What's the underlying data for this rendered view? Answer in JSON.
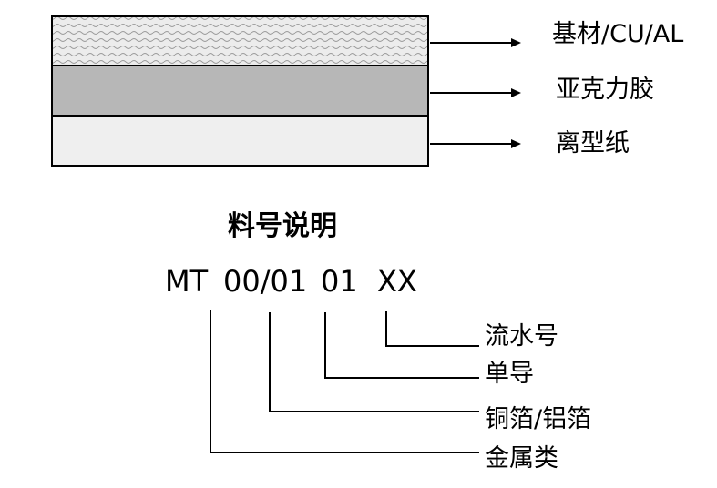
{
  "layers": [
    {
      "label": "基材/CU/AL",
      "fill": "#e6e6e6",
      "pattern": "wave-texture"
    },
    {
      "label": "亚克力胶",
      "fill": "#b7b7b7"
    },
    {
      "label": "离型纸",
      "fill": "#efefef"
    }
  ],
  "code_section": {
    "title": "料号说明",
    "code": {
      "prefix": "MT",
      "material": "00/01",
      "conductor": "01",
      "serial": "XX"
    },
    "parts": [
      {
        "label": "流水号"
      },
      {
        "label": "单导"
      },
      {
        "label": "铜箔/铝箔"
      },
      {
        "label": "金属类"
      }
    ]
  }
}
